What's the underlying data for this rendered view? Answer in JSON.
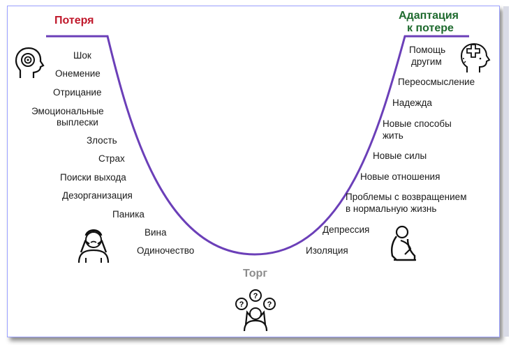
{
  "phases": {
    "loss": {
      "title": "Потеря",
      "color": "#c0182b"
    },
    "adaptation": {
      "title_line1": "Адаптация",
      "title_line2": "к потере",
      "color": "#1e6a2e"
    },
    "bargaining": {
      "title": "Торг",
      "color": "#8c8c8c"
    }
  },
  "curve_color": "#6b3fb8",
  "left_stages": [
    "Шок",
    "Онемение",
    "Отрицание",
    "Эмоциональные",
    "выплески",
    "Злость",
    "Страх",
    "Поиски выхода",
    "Дезорганизация",
    "Паника",
    "Вина",
    "Одиночество"
  ],
  "right_stages": [
    "Помощь",
    "другим",
    "Переосмысление",
    "Надежда",
    "Новые способы",
    "жить",
    "Новые силы",
    "Новые отношения",
    "Проблемы с возвращением",
    "в нормальную жизнь",
    "Депрессия",
    "Изоляция"
  ],
  "icons": [
    "head-brain-icon",
    "distressed-person-icon",
    "questioning-person-icon",
    "sitting-sad-person-icon",
    "head-cross-icon"
  ]
}
